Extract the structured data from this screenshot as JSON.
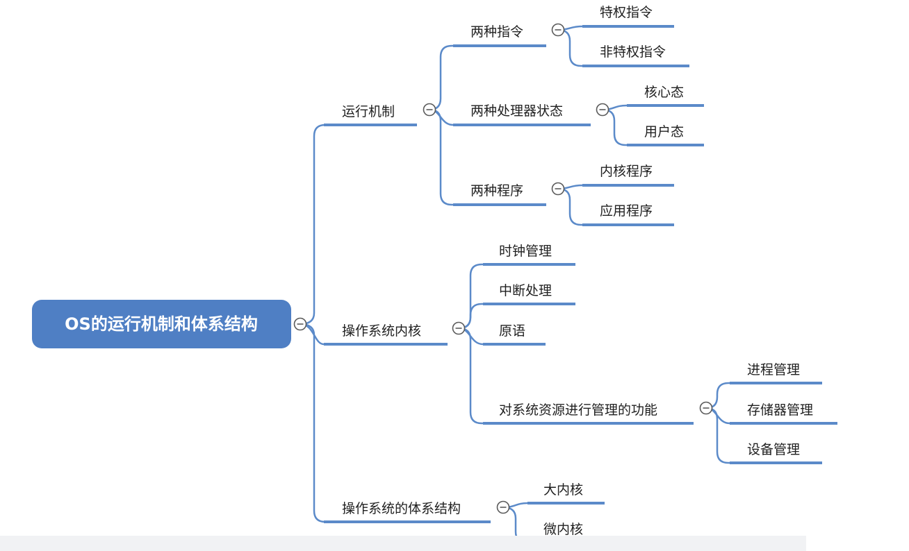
{
  "colors": {
    "root_fill": "#4f7fc4",
    "branch_stroke": "#5b8ac9",
    "underline": "#5b8ac9",
    "toggle_stroke": "#5a5a5a"
  },
  "root": {
    "label": "OS的运行机制和体系结构",
    "toggle": "−",
    "children": [
      {
        "label": "运行机制",
        "toggle": "−",
        "children": [
          {
            "label": "两种指令",
            "toggle": "−",
            "children": [
              {
                "label": "特权指令"
              },
              {
                "label": "非特权指令"
              }
            ]
          },
          {
            "label": "两种处理器状态",
            "toggle": "−",
            "children": [
              {
                "label": "核心态"
              },
              {
                "label": "用户态"
              }
            ]
          },
          {
            "label": "两种程序",
            "toggle": "−",
            "children": [
              {
                "label": "内核程序"
              },
              {
                "label": "应用程序"
              }
            ]
          }
        ]
      },
      {
        "label": "操作系统内核",
        "toggle": "−",
        "children": [
          {
            "label": "时钟管理"
          },
          {
            "label": "中断处理"
          },
          {
            "label": "原语"
          },
          {
            "label": "对系统资源进行管理的功能",
            "toggle": "−",
            "children": [
              {
                "label": "进程管理"
              },
              {
                "label": "存储器管理"
              },
              {
                "label": "设备管理"
              }
            ]
          }
        ]
      },
      {
        "label": "操作系统的体系结构",
        "toggle": "−",
        "children": [
          {
            "label": "大内核"
          },
          {
            "label": "微内核"
          }
        ]
      }
    ]
  }
}
